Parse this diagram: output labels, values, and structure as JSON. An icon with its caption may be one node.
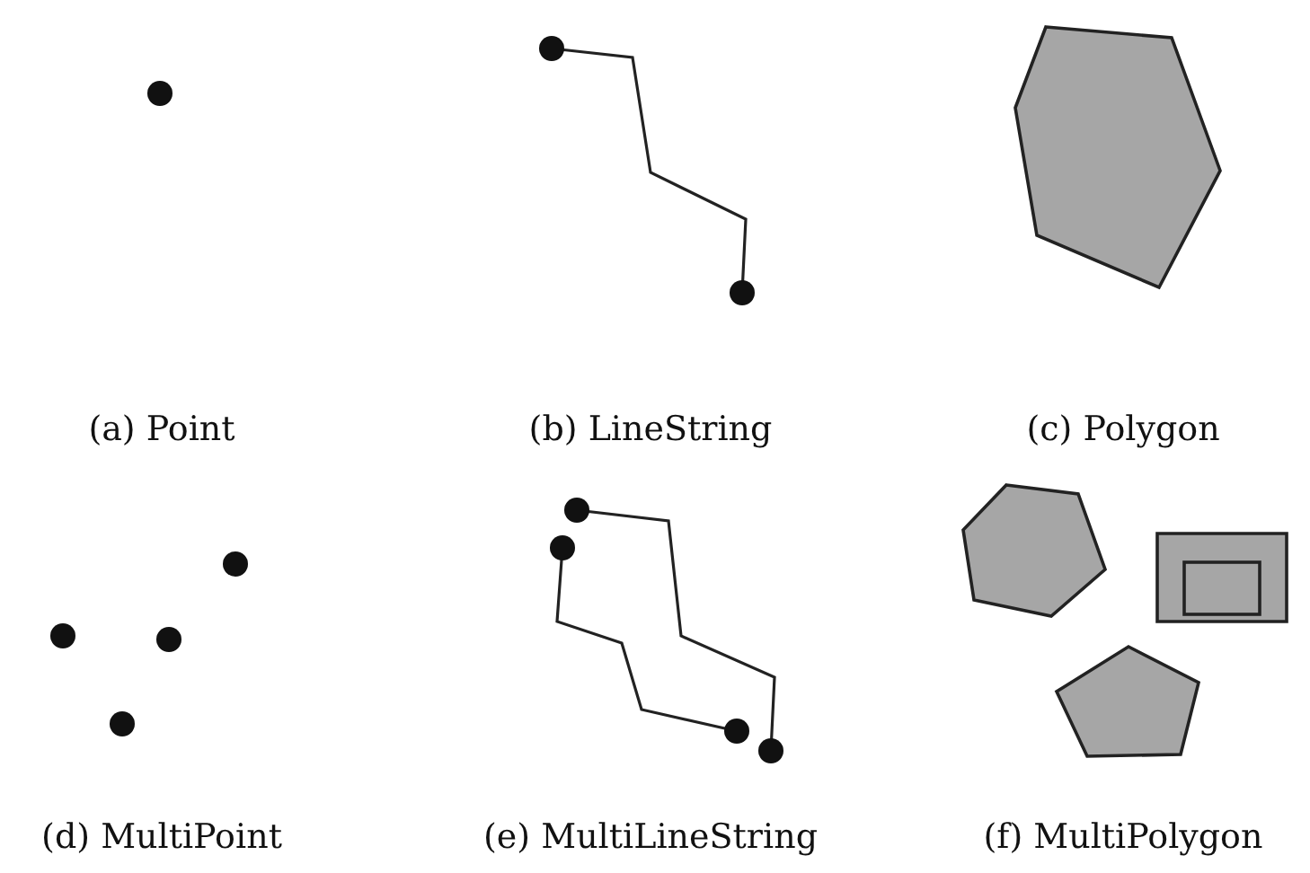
{
  "diagram": {
    "labels": [
      "(a) Point",
      "(b) LineString",
      "(c) Polygon",
      "(d) MultiPoint",
      "(e) MultiLineString",
      "(f) MultiPolygon"
    ]
  }
}
